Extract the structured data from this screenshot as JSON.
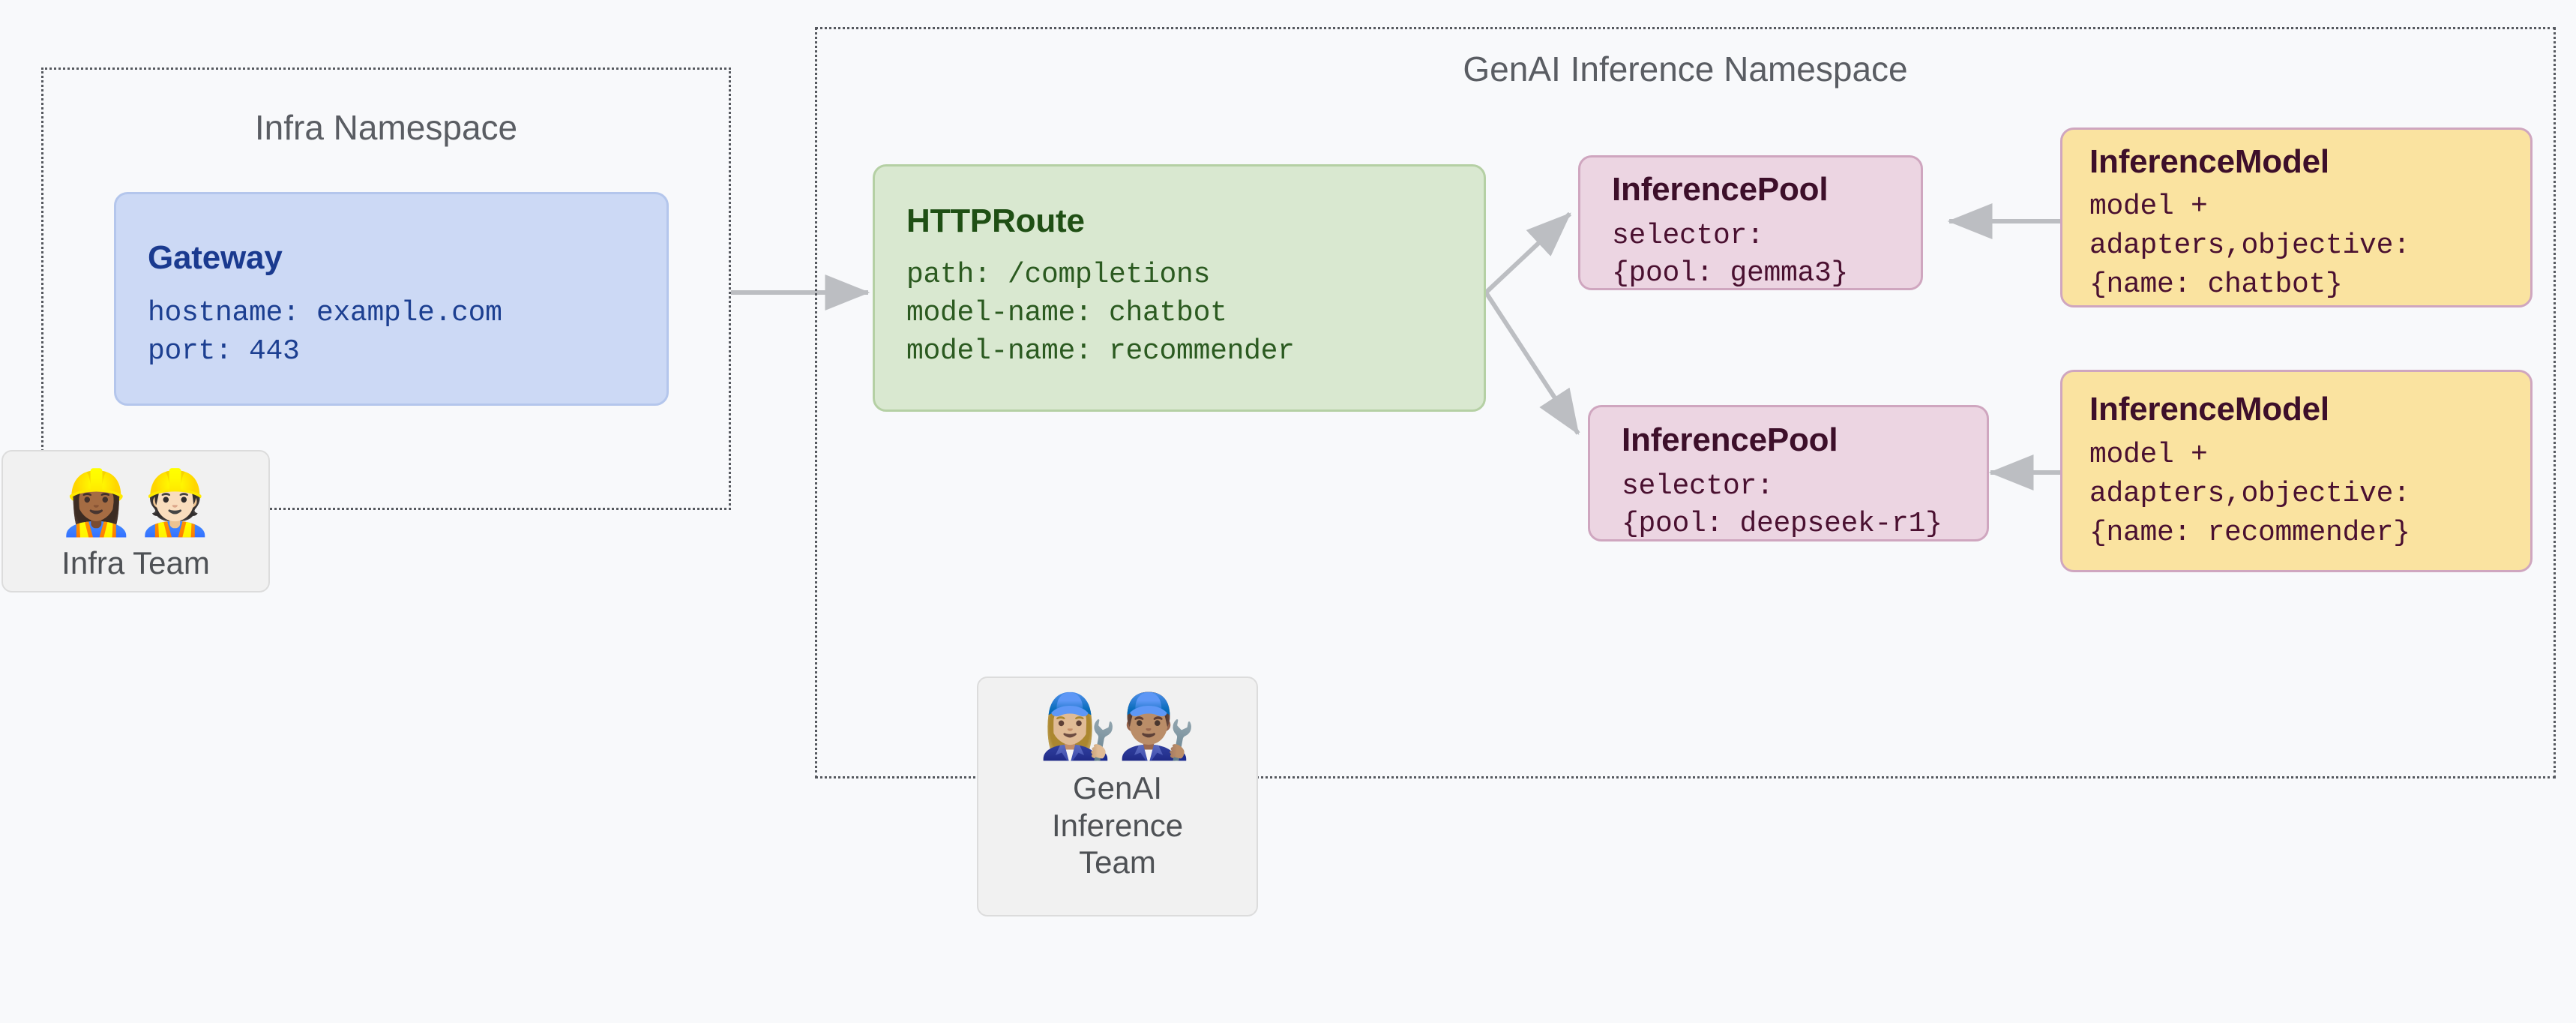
{
  "diagram": {
    "background_color": "#f8f9fb",
    "connector_color": "#bcbec2"
  },
  "namespaces": [
    {
      "id": "infra",
      "title": "Infra Namespace",
      "border_style": "dotted",
      "border_color": "#55585e"
    },
    {
      "id": "genai",
      "title": "GenAI Inference Namespace",
      "border_style": "dotted",
      "border_color": "#55585e"
    }
  ],
  "nodes": {
    "gateway": {
      "title": "Gateway",
      "lines": [
        "hostname: example.com",
        "port: 443"
      ],
      "fill": "#ccd9f5",
      "stroke": "#b4c6ec",
      "text_color": "#1a3a8f"
    },
    "httproute": {
      "title": "HTTPRoute",
      "lines": [
        "path: /completions",
        "model-name: chatbot",
        "model-name: recommender"
      ],
      "fill": "#d9e8d0",
      "stroke": "#b5d0a4",
      "text_color": "#1f4f14"
    },
    "pool_gemma": {
      "title": "InferencePool",
      "lines": [
        "selector:",
        "{pool: gemma3}"
      ],
      "fill": "#ecd5e2",
      "stroke": "#cfa6bf",
      "text_color": "#3d0f2a"
    },
    "pool_deepseek": {
      "title": "InferencePool",
      "lines": [
        "selector:",
        "{pool: deepseek-r1}"
      ],
      "fill": "#ecd5e2",
      "stroke": "#cfa6bf",
      "text_color": "#3d0f2a"
    },
    "model_chatbot": {
      "title": "InferenceModel",
      "lines": [
        "model +",
        "adapters,objective:",
        "{name: chatbot}"
      ],
      "fill": "#fae3a0",
      "stroke": "#cfa6bf",
      "text_color": "#3d0f2a"
    },
    "model_recommender": {
      "title": "InferenceModel",
      "lines": [
        "model +",
        "adapters,objective:",
        "{name: recommender}"
      ],
      "fill": "#fae3a0",
      "stroke": "#cfa6bf",
      "text_color": "#3d0f2a"
    }
  },
  "teams": {
    "infra": {
      "label": "Infra Team",
      "emojis": "👷🏾‍♀️👷🏻",
      "icon_names": [
        "construction-worker-woman-icon",
        "construction-worker-man-icon"
      ]
    },
    "genai": {
      "label_lines": [
        "GenAI",
        "Inference",
        "Team"
      ],
      "label": "GenAI Inference Team",
      "emojis": "👩🏼‍🔧👨🏽‍🔧",
      "icon_names": [
        "mechanic-woman-icon",
        "mechanic-man-icon"
      ]
    }
  },
  "connections": [
    {
      "id": "gateway-to-httproute",
      "from": "gateway",
      "to": "httproute",
      "direction": "right"
    },
    {
      "id": "httproute-to-pool-gemma",
      "from": "httproute",
      "to": "pool_gemma",
      "direction": "up-right"
    },
    {
      "id": "httproute-to-pool-deepseek",
      "from": "httproute",
      "to": "pool_deepseek",
      "direction": "down-right"
    },
    {
      "id": "model-chatbot-to-pool-gemma",
      "from": "model_chatbot",
      "to": "pool_gemma",
      "direction": "left"
    },
    {
      "id": "model-recommender-to-pool-deepseek",
      "from": "model_recommender",
      "to": "pool_deepseek",
      "direction": "left"
    }
  ]
}
